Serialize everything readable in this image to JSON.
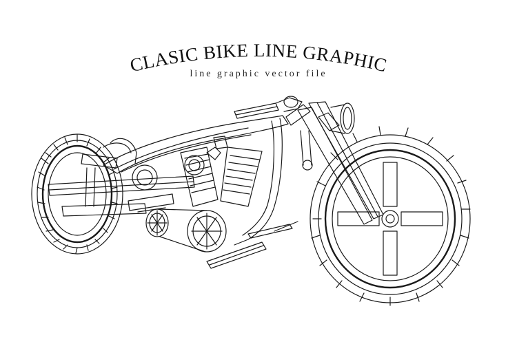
{
  "header": {
    "title": "CLASIC BIKE LINE GRAPHIC",
    "subtitle": "line graphic vector file"
  },
  "illustration": {
    "subject": "motorcycle",
    "style": "wireframe"
  },
  "colors": {
    "background": "#ffffff",
    "line": "#1a1a1a"
  }
}
